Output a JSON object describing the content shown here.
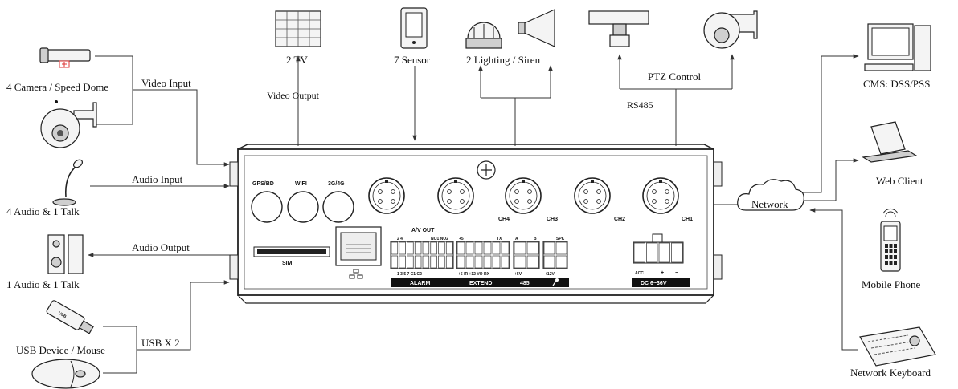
{
  "left": {
    "camera": "4 Camera / Speed Dome",
    "video_input": "Video  Input",
    "audio_input": "Audio  Input",
    "audio_talk": "4 Audio & 1 Talk",
    "audio_output": "Audio  Output",
    "audio_out_talk": "1 Audio & 1 Talk",
    "usb_device": "USB Device / Mouse",
    "usb_x2": "USB X 2"
  },
  "top": {
    "tv": "2 TV",
    "video_output": "Video Output",
    "sensor": "7 Sensor",
    "lighting": "2 Lighting / Siren",
    "ptz": "PTZ Control",
    "rs485": "RS485"
  },
  "right": {
    "network": "Network",
    "cms": "CMS: DSS/PSS",
    "web_client": "Web Client",
    "mobile": "Mobile Phone",
    "keyboard": "Network Keyboard"
  },
  "panel": {
    "gps": "GPS/BD",
    "wifi": "WIFI",
    "g34": "3G/4G",
    "sim": "SIM",
    "av_out": "A/V OUT",
    "ch4": "CH4",
    "ch3": "CH3",
    "ch2": "CH2",
    "ch1": "CH1",
    "alarm": "ALARM",
    "extend": "EXTEND",
    "p485": "485",
    "dc": "DC 6~36V",
    "acc": "ACC",
    "plus": "+",
    "minus": "−",
    "alarm_pins": "1   3   5   7  C1  C2",
    "alarm_top": "2   4",
    "no": "NO1 NO2",
    "extend_pins": "+5  IR  +12  VO  RX",
    "extend_top": "+5",
    "tx": "TX",
    "pin485": "+5V",
    "pin_a": "A",
    "pin_b": "B",
    "spk": "SPK",
    "pin12": "+12V"
  }
}
